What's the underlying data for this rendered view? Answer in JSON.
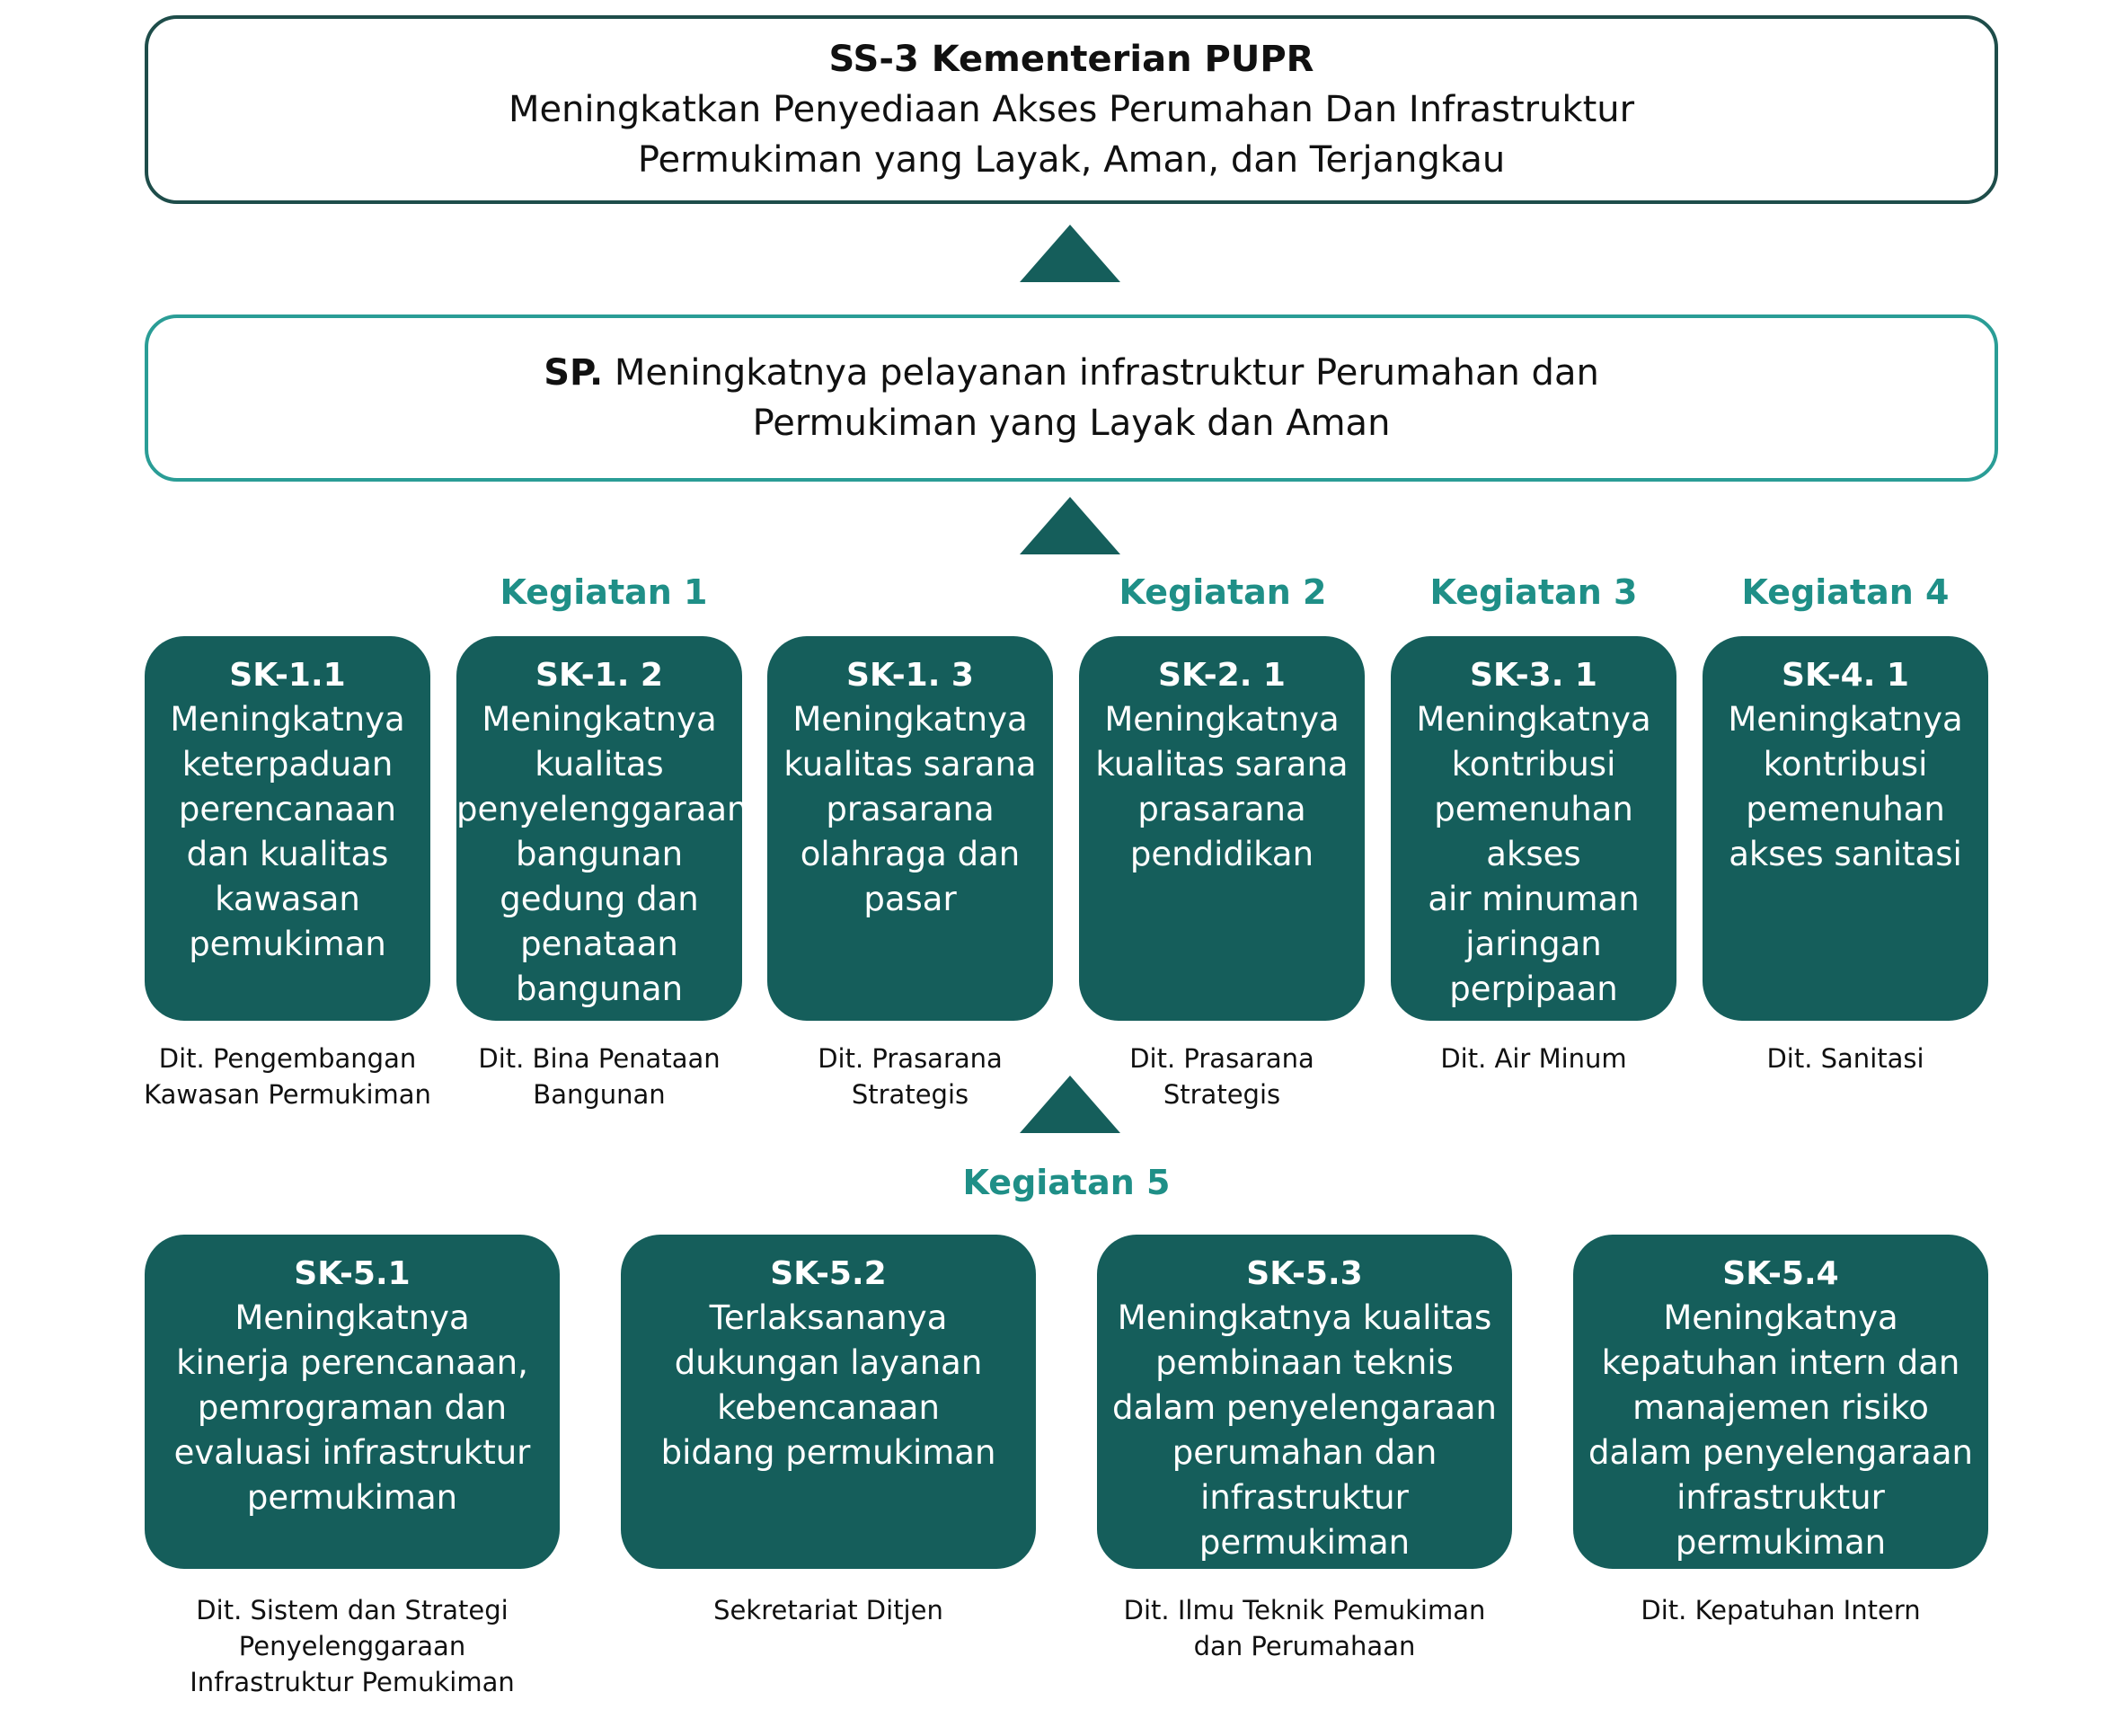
{
  "ss3": {
    "title": "SS-3 Kementerian PUPR",
    "line1": "Meningkatkan Penyediaan Akses Perumahan Dan Infrastruktur",
    "line2": "Permukiman yang Layak, Aman, dan Terjangkau"
  },
  "sp": {
    "label": "SP.",
    "line1": "Meningkatnya pelayanan infrastruktur Perumahan dan",
    "line2": "Permukiman yang Layak dan Aman"
  },
  "kegiatan_headers": [
    "Kegiatan 1",
    "Kegiatan 2",
    "Kegiatan 3",
    "Kegiatan 4",
    "Kegiatan 5"
  ],
  "sk_row1": [
    {
      "code": "SK-1.1",
      "desc": "Meningkatnya\nketerpaduan\nperencanaan\ndan kualitas\nkawasan\npemukiman",
      "unit": "Dit. Pengembangan\nKawasan Permukiman"
    },
    {
      "code": "SK-1. 2",
      "desc": "Meningkatnya\nkualitas\npenyelenggaraan\nbangunan\ngedung dan\npenataan\nbangunan",
      "unit": "Dit. Bina Penataan\nBangunan"
    },
    {
      "code": "SK-1. 3",
      "desc": "Meningkatnya\nkualitas sarana\nprasarana\nolahraga dan\npasar",
      "unit": "Dit. Prasarana\nStrategis"
    },
    {
      "code": "SK-2. 1",
      "desc": "Meningkatnya\nkualitas sarana\nprasarana\npendidikan",
      "unit": "Dit. Prasarana\nStrategis"
    },
    {
      "code": "SK-3. 1",
      "desc": "Meningkatnya\nkontribusi\npemenuhan\nakses\nair minuman\njaringan\nperpipaan",
      "unit": "Dit. Air Minum"
    },
    {
      "code": "SK-4. 1",
      "desc": "Meningkatnya\nkontribusi\npemenuhan\nakses sanitasi",
      "unit": "Dit. Sanitasi"
    }
  ],
  "sk_row2": [
    {
      "code": "SK-5.1",
      "desc": "Meningkatnya\nkinerja perencanaan,\npemrograman dan\nevaluasi infrastruktur\npermukiman",
      "unit": "Dit. Sistem dan Strategi\nPenyelenggaraan\nInfrastruktur Pemukiman"
    },
    {
      "code": "SK-5.2",
      "desc": "Terlaksananya\ndukungan layanan\nkebencanaan\nbidang permukiman",
      "unit": "Sekretariat Ditjen"
    },
    {
      "code": "SK-5.3",
      "desc": "Meningkatnya kualitas\npembinaan teknis\ndalam penyelengaraan\nperumahan dan\ninfrastruktur\npermukiman",
      "unit": "Dit. Ilmu Teknik Pemukiman\ndan Perumahaan"
    },
    {
      "code": "SK-5.4",
      "desc": "Meningkatnya\nkepatuhan intern dan\nmanajemen risiko\ndalam penyelengaraan\ninfrastruktur permukiman",
      "unit": "Dit. Kepatuhan Intern"
    }
  ],
  "colors": {
    "card": "#155e5b",
    "accent": "#1f8f87",
    "outline_dark": "#1e4d4a",
    "outline_teal": "#2a9d96"
  }
}
